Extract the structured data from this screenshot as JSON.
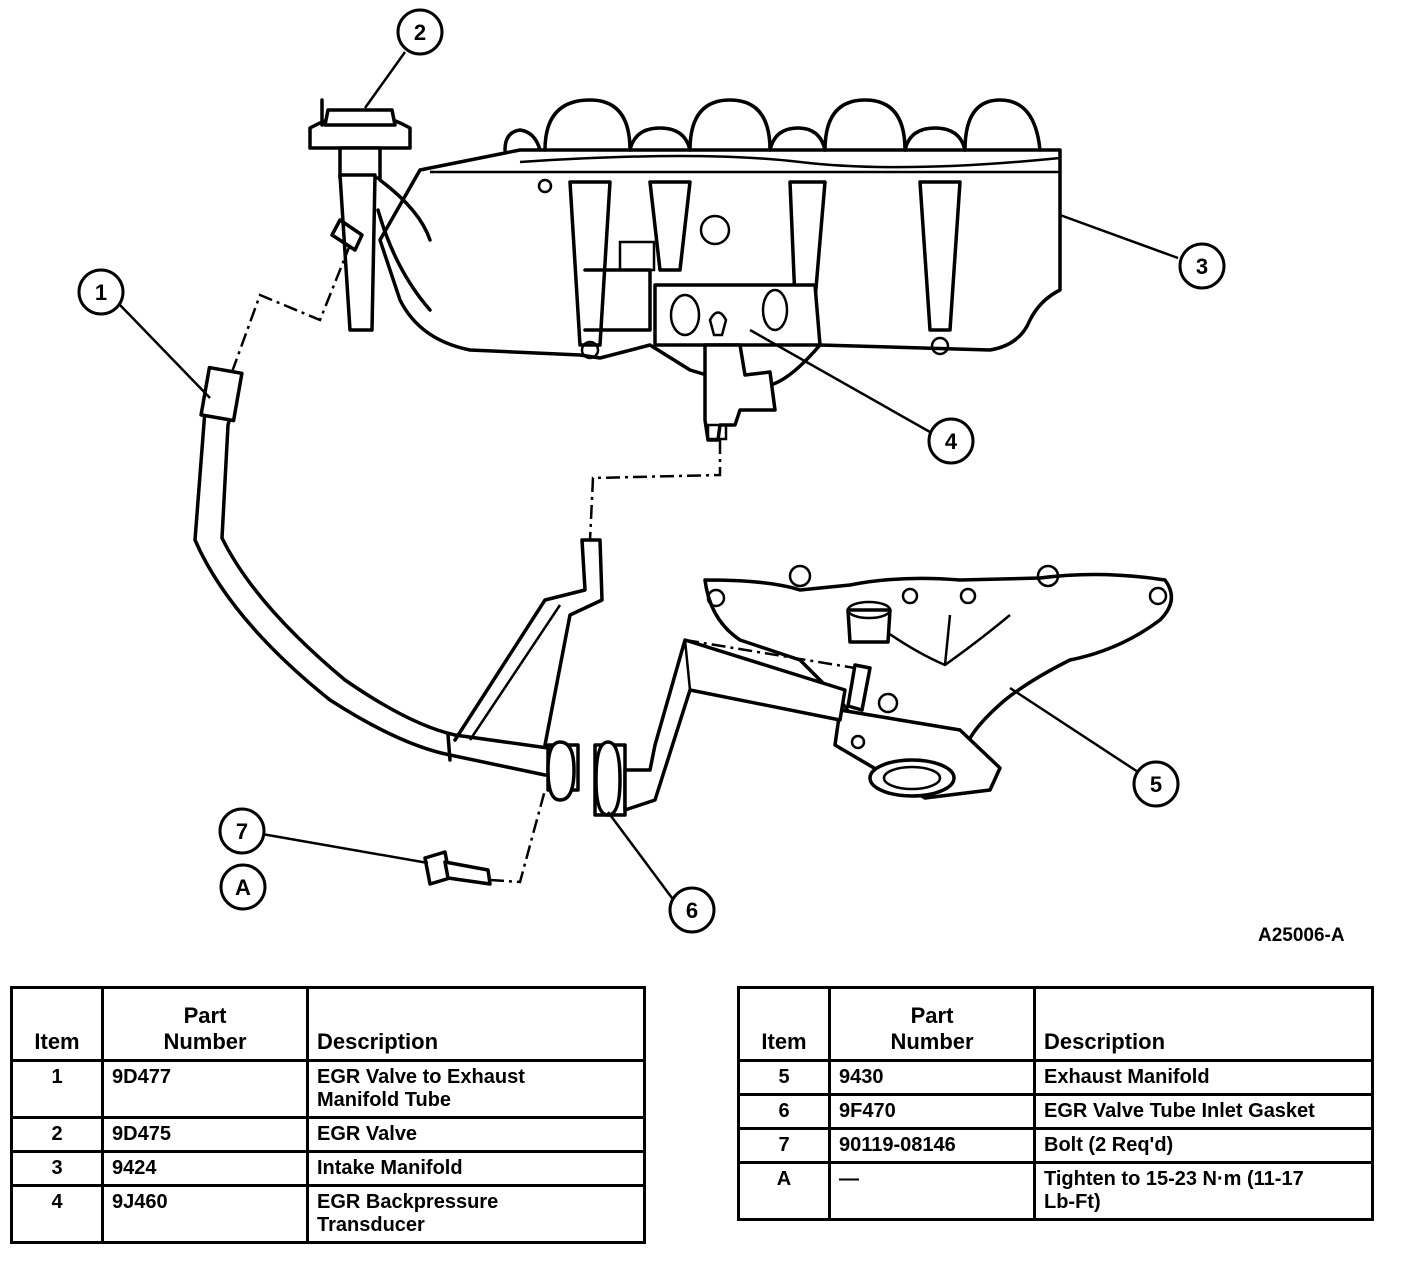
{
  "figure_code": "A25006-A",
  "callouts": [
    {
      "id": "1",
      "label": "1"
    },
    {
      "id": "2",
      "label": "2"
    },
    {
      "id": "3",
      "label": "3"
    },
    {
      "id": "4",
      "label": "4"
    },
    {
      "id": "5",
      "label": "5"
    },
    {
      "id": "6",
      "label": "6"
    },
    {
      "id": "7",
      "label": "7"
    },
    {
      "id": "A",
      "label": "A"
    }
  ],
  "tables": {
    "headers": {
      "item": "Item",
      "part_line1": "Part",
      "part_line2": "Number",
      "description": "Description"
    },
    "left": [
      {
        "item": "1",
        "part": "9D477",
        "desc1": "EGR Valve to Exhaust",
        "desc2": "Manifold Tube"
      },
      {
        "item": "2",
        "part": "9D475",
        "desc1": "EGR Valve",
        "desc2": ""
      },
      {
        "item": "3",
        "part": "9424",
        "desc1": "Intake Manifold",
        "desc2": ""
      },
      {
        "item": "4",
        "part": "9J460",
        "desc1": "EGR Backpressure",
        "desc2": "Transducer"
      }
    ],
    "right": [
      {
        "item": "5",
        "part": "9430",
        "desc1": "Exhaust Manifold",
        "desc2": ""
      },
      {
        "item": "6",
        "part": "9F470",
        "desc1": "EGR Valve Tube Inlet Gasket",
        "desc2": ""
      },
      {
        "item": "7",
        "part": "90119-08146",
        "desc1": "Bolt (2 Req'd)",
        "desc2": ""
      },
      {
        "item": "A",
        "part": "—",
        "desc1": "Tighten to 15-23 N·m (11-17",
        "desc2": "Lb-Ft)"
      }
    ]
  }
}
